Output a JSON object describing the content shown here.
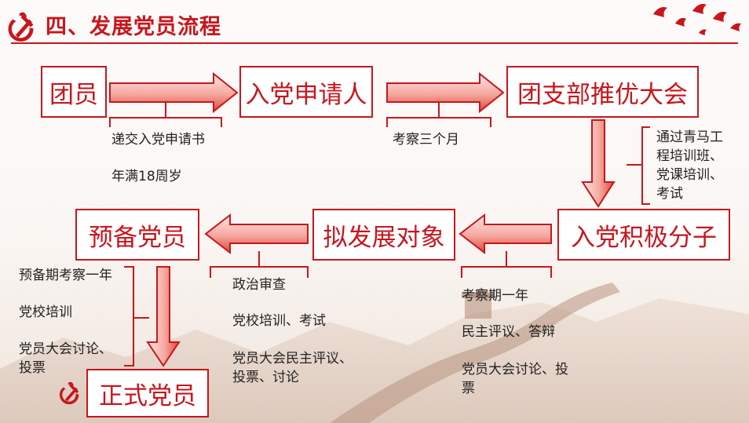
{
  "header": {
    "title": "四、发展党员流程"
  },
  "boxes": {
    "tuanyuan": "团员",
    "applicant": "入党申请人",
    "branch": "团支部推优大会",
    "activist": "入党积极分子",
    "target": "拟发展对象",
    "probationary": "预备党员",
    "formal": "正式党员"
  },
  "notes": {
    "submit": "递交入党申请书",
    "age": "年满18周岁",
    "observe3": "考察三个月",
    "training": [
      "通过青马工",
      "程培训班、",
      "党课培训、",
      "考试"
    ],
    "activist": [
      "考察期一年",
      "民主评议、答辩",
      "党员大会讨论、投",
      "票"
    ],
    "target": [
      "政治审查",
      "党校培训、考试",
      "党员大会民主评议、",
      "投票、讨论"
    ],
    "probation": [
      "预备期考察一年",
      "党校培训",
      "党员大会讨论、",
      "投票"
    ]
  },
  "colors": {
    "accent": "#c8161d",
    "arrow_light": "#fbe0dc"
  },
  "icons": [
    "party-emblem-icon",
    "dove-icon"
  ]
}
